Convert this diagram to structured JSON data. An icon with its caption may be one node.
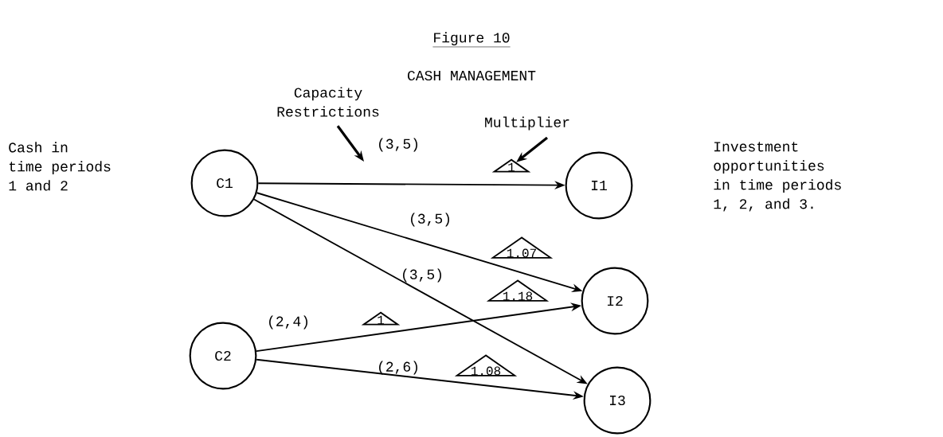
{
  "diagram": {
    "title": "Figure 10",
    "nodes": [
      {
        "text": [
          "C1"
        ]
      },
      {
        "text": [
          "C2"
        ]
      },
      {
        "text": [
          "I1"
        ]
      },
      {
        "text": [
          "I2"
        ]
      },
      {
        "text": [
          "I3"
        ]
      },
      {
        "text": [
          "Capacity Restrictions"
        ]
      },
      {
        "text": [
          "Multiplier"
        ]
      },
      {
        "text": [
          "1"
        ]
      },
      {
        "text": [
          "1.07"
        ]
      },
      {
        "text": [
          "1.18"
        ]
      },
      {
        "text": [
          "1"
        ]
      },
      {
        "text": [
          "1.08"
        ]
      }
    ],
    "edges": [
      {
        "from": 0,
        "to": 2,
        "arrow": "to",
        "label": "(3,5)"
      },
      {
        "from": 0,
        "to": 3,
        "arrow": "to",
        "label": "(3,5)"
      },
      {
        "from": 0,
        "to": 4,
        "arrow": "to",
        "label": "(3,5)"
      },
      {
        "from": 1,
        "to": 3,
        "arrow": "to",
        "label": "(2,4)"
      },
      {
        "from": 1,
        "to": 4,
        "arrow": "to",
        "label": "(2,6)"
      },
      {
        "from": 5,
        "to": null,
        "arrow": "to"
      },
      {
        "from": 6,
        "to": 7,
        "arrow": "to"
      }
    ],
    "labels": [
      "CASH MANAGEMENT",
      "Cash in time periods 1 and 2",
      "Investment opportunities in time periods 1, 2, and 3."
    ]
  }
}
